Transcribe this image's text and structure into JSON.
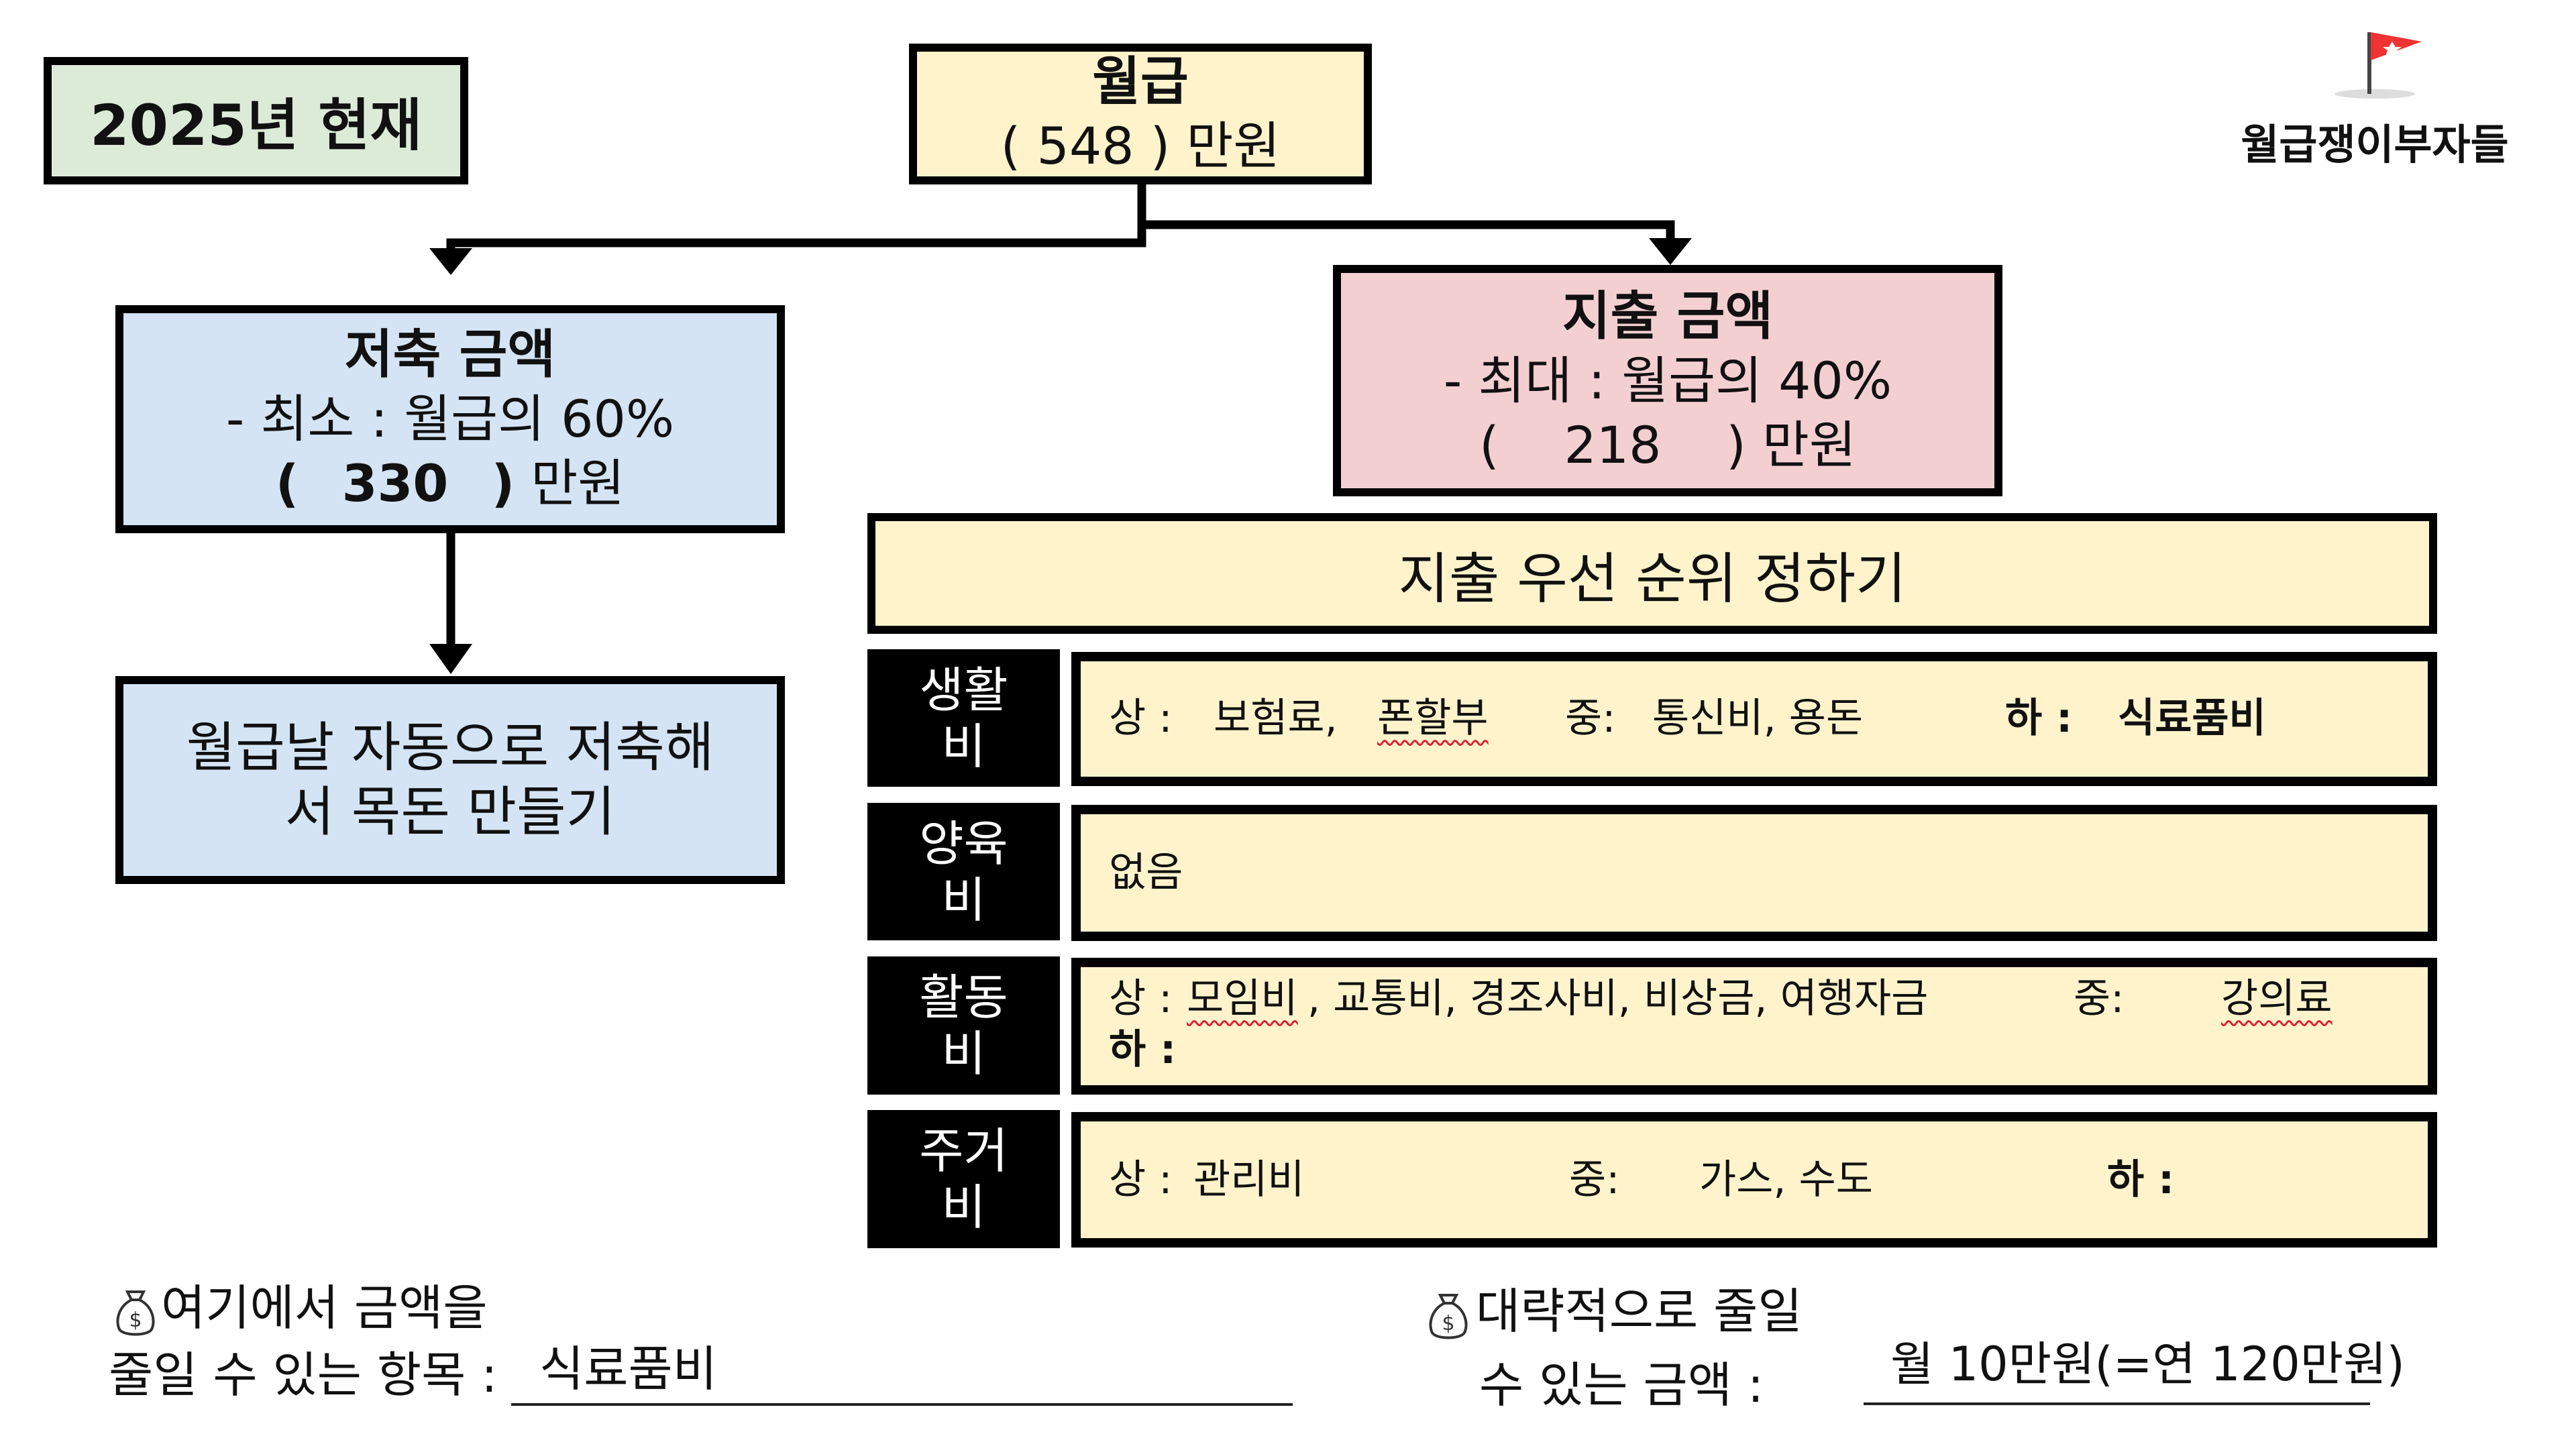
{
  "year_badge": "2025년 현재",
  "logo": {
    "text": "월급쟁이부자들",
    "icon": "flag-icon"
  },
  "salary": {
    "title": "월급",
    "amount_line": "( 548 ) 만원"
  },
  "savings": {
    "title": "저축 금액",
    "line1": "- 최소 : 월급의 60%",
    "amount_open": "(",
    "amount_value": "330",
    "amount_close": ")",
    "amount_unit": "만원"
  },
  "auto_save": {
    "line1": "월급날 자동으로 저축해",
    "line2": "서 목돈 만들기"
  },
  "spending": {
    "title": "지출 금액",
    "line1": "- 최대 : 월급의 40%",
    "amount_line": "(    218    ) 만원"
  },
  "priority": {
    "title": "지출 우선 순위 정하기"
  },
  "rows": [
    {
      "label_line1": "생활",
      "label_line2": "비",
      "high_label": "상 :",
      "high_items": "보험료,",
      "high_items2": "폰할부",
      "mid_label": "중:",
      "mid_items": "통신비, 용돈",
      "low_label": "하 :",
      "low_items": "식료품비"
    },
    {
      "label_line1": "양육",
      "label_line2": "비",
      "text": "없음"
    },
    {
      "label_line1": "활동",
      "label_line2": "비",
      "high_label": "상 :",
      "high_items_a": "모임비",
      "high_items_b": ", 교통비, 경조사비, 비상금, 여행자금",
      "mid_label": "중:",
      "mid_items": "강의료",
      "low_label": "하 :"
    },
    {
      "label_line1": "주거",
      "label_line2": "비",
      "high_label": "상 :",
      "high_items": "관리비",
      "mid_label": "중:",
      "mid_items": "가스, 수도",
      "low_label": "하 :"
    }
  ],
  "footer": {
    "left_line1": "여기에서 금액을",
    "left_line2": "줄일 수 있는 항목 :",
    "left_value": "식료품비",
    "right_line1": "대략적으로 줄일",
    "right_line2": "수 있는 금액 :",
    "right_value": "월 10만원(=연 120만원)",
    "icon": "money-bag-icon"
  }
}
